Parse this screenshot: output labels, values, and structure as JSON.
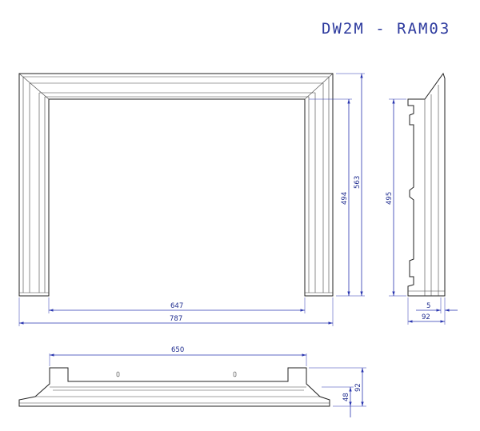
{
  "drawing": {
    "title": "DW2M - RAM03"
  },
  "dimensions": {
    "front_inner_width": "647",
    "front_outer_width": "787",
    "front_inner_height": "494",
    "front_outer_height": "563",
    "side_height": "495",
    "side_offset": "5",
    "side_depth": "92",
    "bottom_width": "650",
    "bottom_depth": "92",
    "bottom_height": "48"
  }
}
